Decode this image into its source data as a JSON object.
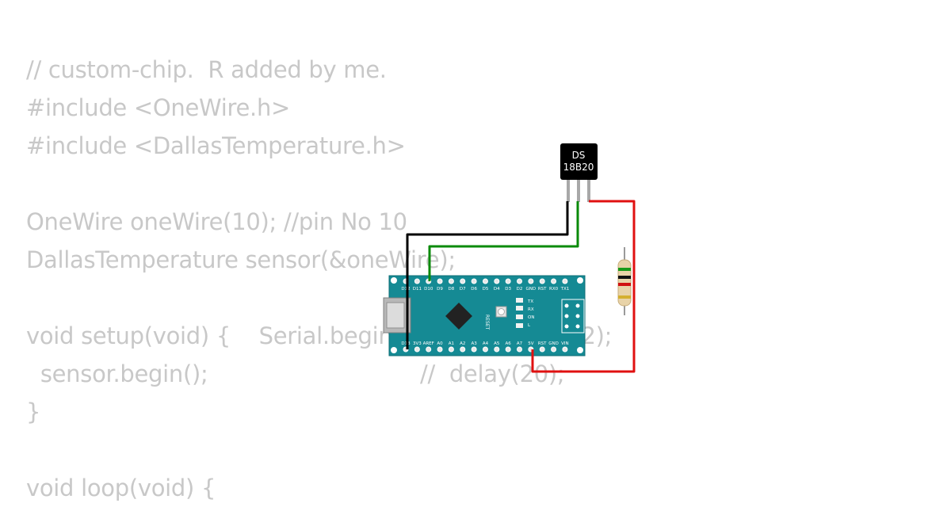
{
  "code": {
    "lines": [
      "// custom-chip.  R added by me.",
      "#include <OneWire.h>",
      "#include <DallasTemperature.h>",
      "",
      "OneWire oneWire(10); //pin No 10",
      "DallasTemperature sensor(&oneWire);",
      "",
      "void setup(void) {    Serial.begin(115200); delay(2);",
      "  sensor.begin();                              //  delay(20);",
      "}",
      "",
      "void loop(void) {"
    ]
  },
  "sensor_chip": {
    "line1": "DS",
    "line2": "18B20"
  },
  "board": {
    "top_pin_labels": [
      "D12",
      "D11",
      "D10",
      "D9",
      "D8",
      "D7",
      "D6",
      "D5",
      "D4",
      "D3",
      "D2",
      "GND",
      "RST",
      "RX0",
      "TX1"
    ],
    "bottom_pin_labels": [
      "D13",
      "3V3",
      "AREF",
      "A0",
      "A1",
      "A2",
      "A3",
      "A4",
      "A5",
      "A6",
      "A7",
      "5V",
      "RST",
      "GND",
      "VIN"
    ],
    "reset_label": "RESET",
    "led_labels": [
      "TX",
      "RX",
      "ON",
      "L"
    ]
  },
  "colors": {
    "board": "#158a94",
    "wire_ground": "#000000",
    "wire_data": "#0a8a0a",
    "wire_power": "#e01010",
    "code_text": "#c8c8c8"
  }
}
